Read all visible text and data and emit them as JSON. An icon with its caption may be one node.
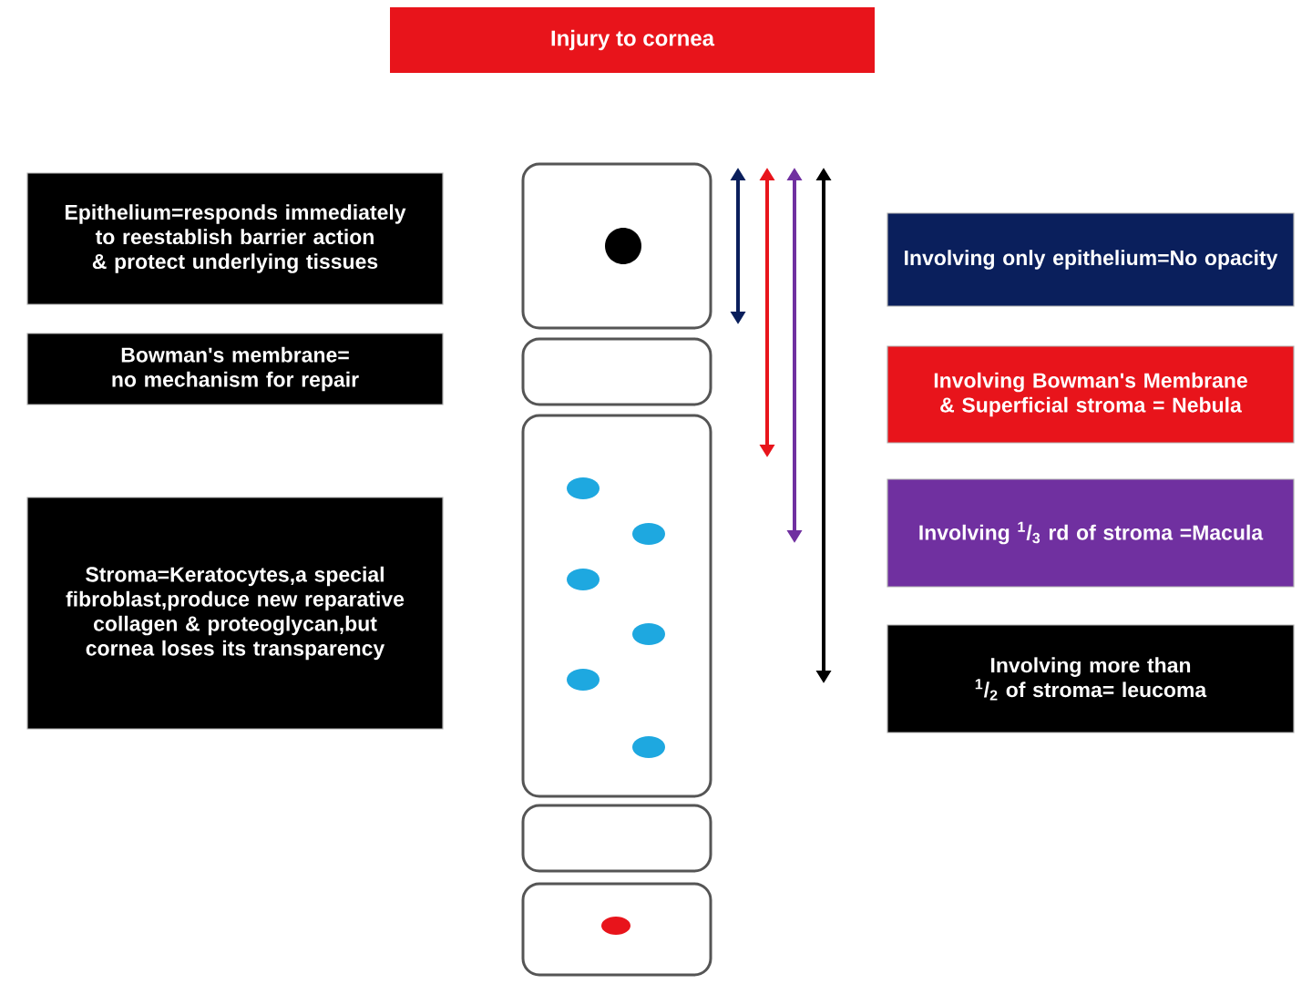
{
  "diagram": {
    "title": "Injury to cornea",
    "nodes": [
      {
        "text": [
          "Epithelium=responds immediately to reestablish barrier action & protect underlying tissues"
        ]
      },
      {
        "text": [
          "Bowman's membrane= no mechanism for repair"
        ]
      },
      {
        "text": [
          "Stroma=Keratocytes,a special fibroblast,produce new reparative collagen & proteoglycan,but cornea loses its transparency"
        ]
      },
      {
        "text": [],
        "shape": "box"
      },
      {
        "text": [],
        "shape": "box"
      },
      {
        "text": [],
        "shape": "box"
      },
      {
        "text": [],
        "shape": "box"
      },
      {
        "text": [],
        "shape": "box"
      },
      {
        "text": [
          "Involving only epithelium=No opacity"
        ]
      },
      {
        "text": [
          "Involving Bowman's Membrane & Superficial stroma = Nebula"
        ]
      },
      {
        "text": [
          "Involving $^{1}$/$_{3}$ rd of stroma =Macula"
        ]
      },
      {
        "text": [
          "Involving more than $^{1}$/$_{2}$ of stroma= leucoma"
        ]
      }
    ]
  }
}
